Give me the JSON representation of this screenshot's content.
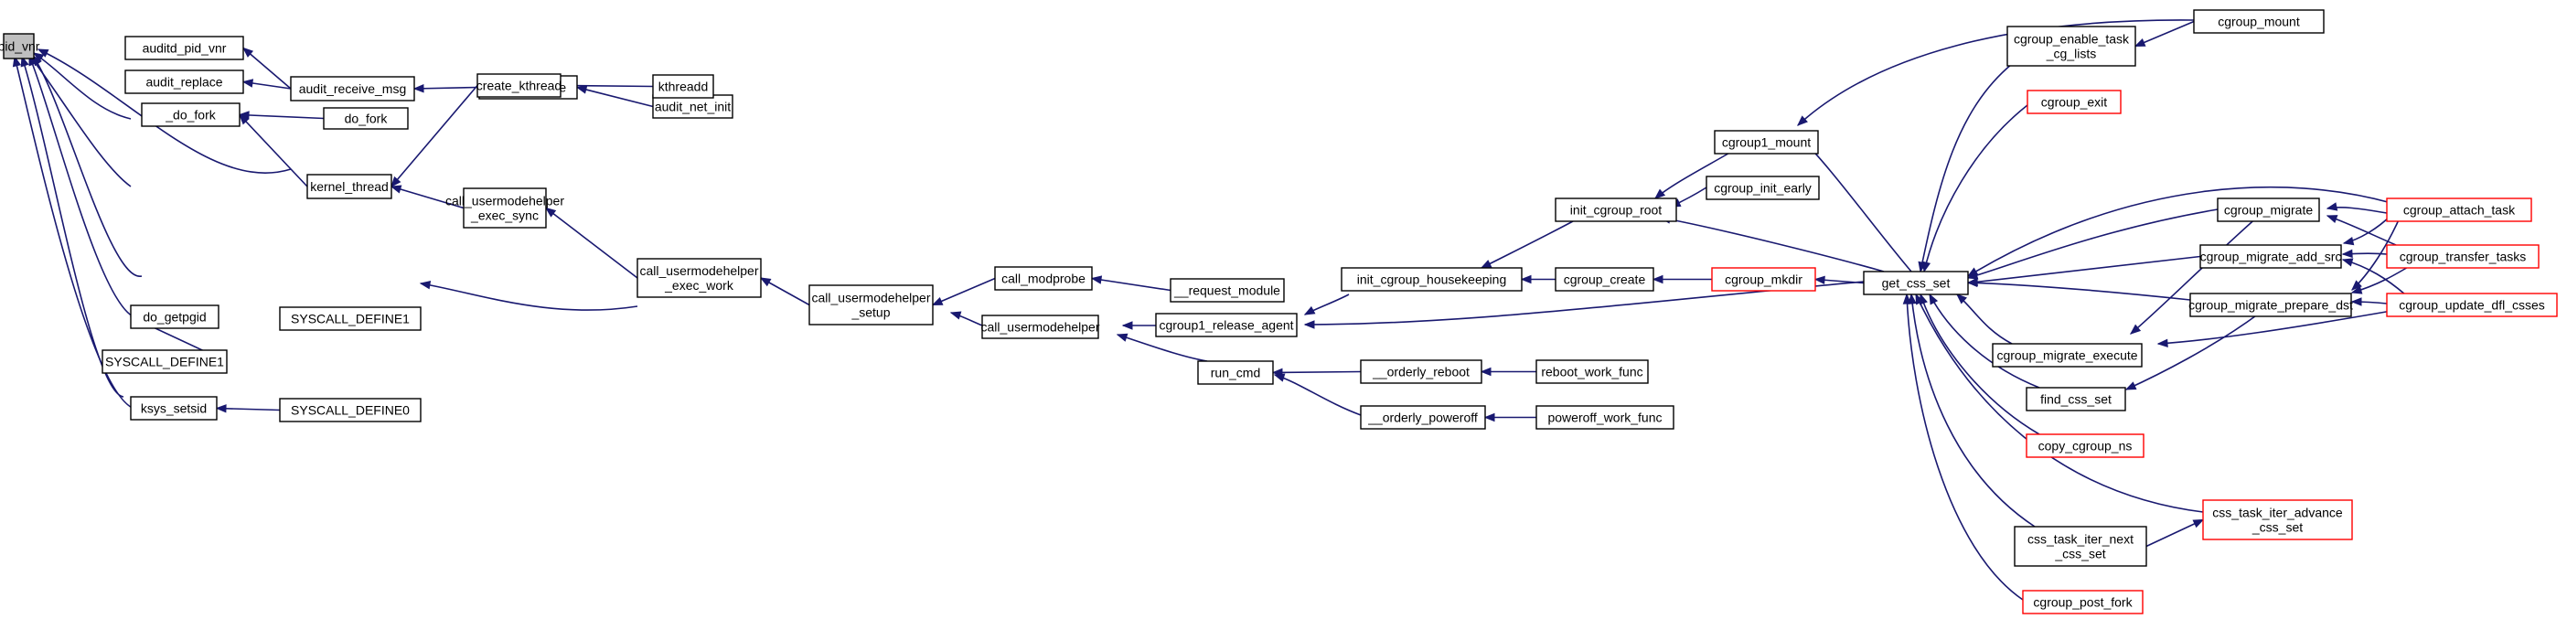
{
  "graph": {
    "root": "pid_vnr",
    "nodes": [
      {
        "id": "pid_vnr",
        "label": [
          "pid_vnr"
        ],
        "style": "root"
      },
      {
        "id": "auditd_pid_vnr",
        "label": [
          "auditd_pid_vnr"
        ],
        "style": "normal"
      },
      {
        "id": "audit_replace",
        "label": [
          "audit_replace"
        ],
        "style": "normal"
      },
      {
        "id": "audit_receive_msg",
        "label": [
          "audit_receive_msg"
        ],
        "style": "normal"
      },
      {
        "id": "audit_receive",
        "label": [
          "audit_receive"
        ],
        "style": "normal"
      },
      {
        "id": "audit_net_init",
        "label": [
          "audit_net_init"
        ],
        "style": "normal"
      },
      {
        "id": "_do_fork",
        "label": [
          "_do_fork"
        ],
        "style": "normal"
      },
      {
        "id": "do_fork",
        "label": [
          "do_fork"
        ],
        "style": "normal"
      },
      {
        "id": "kernel_thread",
        "label": [
          "kernel_thread"
        ],
        "style": "normal"
      },
      {
        "id": "create_kthread",
        "label": [
          "create_kthread"
        ],
        "style": "normal"
      },
      {
        "id": "kthreadd",
        "label": [
          "kthreadd"
        ],
        "style": "normal"
      },
      {
        "id": "call_usermodehelper_exec_sync",
        "label": [
          "call_usermodehelper",
          "_exec_sync"
        ],
        "style": "normal"
      },
      {
        "id": "call_usermodehelper_exec_work",
        "label": [
          "call_usermodehelper",
          "_exec_work"
        ],
        "style": "normal"
      },
      {
        "id": "call_usermodehelper_setup",
        "label": [
          "call_usermodehelper",
          "_setup"
        ],
        "style": "normal"
      },
      {
        "id": "call_modprobe",
        "label": [
          "call_modprobe"
        ],
        "style": "normal"
      },
      {
        "id": "__request_module",
        "label": [
          "__request_module"
        ],
        "style": "normal"
      },
      {
        "id": "call_usermodehelper",
        "label": [
          "call_usermodehelper"
        ],
        "style": "normal"
      },
      {
        "id": "cgroup1_release_agent",
        "label": [
          "cgroup1_release_agent"
        ],
        "style": "normal"
      },
      {
        "id": "run_cmd",
        "label": [
          "run_cmd"
        ],
        "style": "normal"
      },
      {
        "id": "__orderly_reboot",
        "label": [
          "__orderly_reboot"
        ],
        "style": "normal"
      },
      {
        "id": "reboot_work_func",
        "label": [
          "reboot_work_func"
        ],
        "style": "normal"
      },
      {
        "id": "__orderly_poweroff",
        "label": [
          "__orderly_poweroff"
        ],
        "style": "normal"
      },
      {
        "id": "poweroff_work_func",
        "label": [
          "poweroff_work_func"
        ],
        "style": "normal"
      },
      {
        "id": "do_getpgid",
        "label": [
          "do_getpgid"
        ],
        "style": "normal"
      },
      {
        "id": "SYSCALL_DEFINE1_a",
        "label": [
          "SYSCALL_DEFINE1"
        ],
        "style": "normal"
      },
      {
        "id": "SYSCALL_DEFINE1_b",
        "label": [
          "SYSCALL_DEFINE1"
        ],
        "style": "normal"
      },
      {
        "id": "ksys_setsid",
        "label": [
          "ksys_setsid"
        ],
        "style": "normal"
      },
      {
        "id": "SYSCALL_DEFINE0",
        "label": [
          "SYSCALL_DEFINE0"
        ],
        "style": "normal"
      },
      {
        "id": "init_cgroup_housekeeping",
        "label": [
          "init_cgroup_housekeeping"
        ],
        "style": "normal"
      },
      {
        "id": "init_cgroup_root",
        "label": [
          "init_cgroup_root"
        ],
        "style": "normal"
      },
      {
        "id": "cgroup1_mount",
        "label": [
          "cgroup1_mount"
        ],
        "style": "normal"
      },
      {
        "id": "cgroup_init_early",
        "label": [
          "cgroup_init_early"
        ],
        "style": "normal"
      },
      {
        "id": "cgroup_create",
        "label": [
          "cgroup_create"
        ],
        "style": "normal"
      },
      {
        "id": "cgroup_mkdir",
        "label": [
          "cgroup_mkdir"
        ],
        "style": "red"
      },
      {
        "id": "get_css_set",
        "label": [
          "get_css_set"
        ],
        "style": "normal"
      },
      {
        "id": "cgroup_enable_task_cg_lists",
        "label": [
          "cgroup_enable_task",
          "_cg_lists"
        ],
        "style": "normal"
      },
      {
        "id": "cgroup_mount",
        "label": [
          "cgroup_mount"
        ],
        "style": "normal"
      },
      {
        "id": "cgroup_exit",
        "label": [
          "cgroup_exit"
        ],
        "style": "red"
      },
      {
        "id": "cgroup_migrate",
        "label": [
          "cgroup_migrate"
        ],
        "style": "normal"
      },
      {
        "id": "cgroup_attach_task",
        "label": [
          "cgroup_attach_task"
        ],
        "style": "red"
      },
      {
        "id": "cgroup_migrate_add_src",
        "label": [
          "cgroup_migrate_add_src"
        ],
        "style": "normal"
      },
      {
        "id": "cgroup_transfer_tasks",
        "label": [
          "cgroup_transfer_tasks"
        ],
        "style": "red"
      },
      {
        "id": "cgroup_migrate_prepare_dst",
        "label": [
          "cgroup_migrate_prepare_dst"
        ],
        "style": "normal"
      },
      {
        "id": "cgroup_update_dfl_csses",
        "label": [
          "cgroup_update_dfl_csses"
        ],
        "style": "red"
      },
      {
        "id": "cgroup_migrate_execute",
        "label": [
          "cgroup_migrate_execute"
        ],
        "style": "normal"
      },
      {
        "id": "find_css_set",
        "label": [
          "find_css_set"
        ],
        "style": "normal"
      },
      {
        "id": "copy_cgroup_ns",
        "label": [
          "copy_cgroup_ns"
        ],
        "style": "red"
      },
      {
        "id": "css_task_iter_advance_css_set",
        "label": [
          "css_task_iter_advance",
          "_css_set"
        ],
        "style": "red"
      },
      {
        "id": "css_task_iter_next_css_set",
        "label": [
          "css_task_iter_next",
          "_css_set"
        ],
        "style": "normal"
      },
      {
        "id": "cgroup_post_fork",
        "label": [
          "cgroup_post_fork"
        ],
        "style": "red"
      }
    ],
    "edges": [
      [
        "auditd_pid_vnr",
        "pid_vnr"
      ],
      [
        "audit_replace",
        "pid_vnr"
      ],
      [
        "audit_receive_msg",
        "pid_vnr"
      ],
      [
        "_do_fork",
        "pid_vnr"
      ],
      [
        "do_getpgid",
        "pid_vnr"
      ],
      [
        "SYSCALL_DEFINE1_a",
        "pid_vnr"
      ],
      [
        "ksys_setsid",
        "pid_vnr"
      ],
      [
        "audit_receive_msg",
        "auditd_pid_vnr"
      ],
      [
        "audit_receive_msg",
        "audit_replace"
      ],
      [
        "audit_receive",
        "audit_receive_msg"
      ],
      [
        "audit_net_init",
        "audit_receive"
      ],
      [
        "do_fork",
        "_do_fork"
      ],
      [
        "kernel_thread",
        "_do_fork"
      ],
      [
        "create_kthread",
        "kernel_thread"
      ],
      [
        "call_usermodehelper_exec_sync",
        "kernel_thread"
      ],
      [
        "call_usermodehelper_exec_work",
        "kernel_thread"
      ],
      [
        "kthreadd",
        "create_kthread"
      ],
      [
        "call_usermodehelper_exec_work",
        "call_usermodehelper_exec_sync"
      ],
      [
        "call_usermodehelper_setup",
        "call_usermodehelper_exec_work"
      ],
      [
        "call_modprobe",
        "call_usermodehelper_setup"
      ],
      [
        "call_usermodehelper",
        "call_usermodehelper_setup"
      ],
      [
        "__request_module",
        "call_modprobe"
      ],
      [
        "cgroup1_release_agent",
        "call_usermodehelper"
      ],
      [
        "run_cmd",
        "call_usermodehelper"
      ],
      [
        "init_cgroup_housekeeping",
        "cgroup1_release_agent"
      ],
      [
        "get_css_set",
        "cgroup1_release_agent"
      ],
      [
        "__orderly_reboot",
        "run_cmd"
      ],
      [
        "__orderly_poweroff",
        "run_cmd"
      ],
      [
        "reboot_work_func",
        "__orderly_reboot"
      ],
      [
        "poweroff_work_func",
        "__orderly_poweroff"
      ],
      [
        "SYSCALL_DEFINE1_b",
        "do_getpgid"
      ],
      [
        "SYSCALL_DEFINE0",
        "ksys_setsid"
      ],
      [
        "init_cgroup_root",
        "init_cgroup_housekeeping"
      ],
      [
        "cgroup_create",
        "init_cgroup_housekeeping"
      ],
      [
        "cgroup1_mount",
        "init_cgroup_root"
      ],
      [
        "cgroup_init_early",
        "init_cgroup_root"
      ],
      [
        "get_css_set",
        "init_cgroup_root"
      ],
      [
        "cgroup_mount",
        "cgroup1_mount"
      ],
      [
        "get_css_set",
        "cgroup1_mount"
      ],
      [
        "cgroup_mkdir",
        "cgroup_create"
      ],
      [
        "get_css_set",
        "cgroup_mkdir"
      ],
      [
        "cgroup_enable_task_cg_lists",
        "get_css_set"
      ],
      [
        "cgroup_exit",
        "get_css_set"
      ],
      [
        "cgroup_migrate",
        "get_css_set"
      ],
      [
        "cgroup_attach_task",
        "get_css_set"
      ],
      [
        "cgroup_migrate_add_src",
        "get_css_set"
      ],
      [
        "cgroup_migrate_prepare_dst",
        "get_css_set"
      ],
      [
        "cgroup_migrate_execute",
        "get_css_set"
      ],
      [
        "find_css_set",
        "get_css_set"
      ],
      [
        "copy_cgroup_ns",
        "get_css_set"
      ],
      [
        "css_task_iter_advance_css_set",
        "get_css_set"
      ],
      [
        "css_task_iter_next_css_set",
        "get_css_set"
      ],
      [
        "cgroup_post_fork",
        "get_css_set"
      ],
      [
        "cgroup_mount",
        "cgroup_enable_task_cg_lists"
      ],
      [
        "cgroup_attach_task",
        "cgroup_migrate"
      ],
      [
        "cgroup_transfer_tasks",
        "cgroup_migrate"
      ],
      [
        "cgroup_attach_task",
        "cgroup_migrate_add_src"
      ],
      [
        "cgroup_transfer_tasks",
        "cgroup_migrate_add_src"
      ],
      [
        "cgroup_update_dfl_csses",
        "cgroup_migrate_add_src"
      ],
      [
        "cgroup_attach_task",
        "cgroup_migrate_prepare_dst"
      ],
      [
        "cgroup_transfer_tasks",
        "cgroup_migrate_prepare_dst"
      ],
      [
        "cgroup_update_dfl_csses",
        "cgroup_migrate_prepare_dst"
      ],
      [
        "cgroup_migrate",
        "cgroup_migrate_execute"
      ],
      [
        "cgroup_update_dfl_csses",
        "cgroup_migrate_execute"
      ],
      [
        "cgroup_migrate_prepare_dst",
        "find_css_set"
      ],
      [
        "css_task_iter_next_css_set",
        "css_task_iter_advance_css_set"
      ]
    ]
  },
  "colors": {
    "edge": "#191970",
    "node_border": "#000000",
    "truncated_border": "#ff0000",
    "root_fill": "#bfbfbf",
    "background": "#ffffff"
  }
}
